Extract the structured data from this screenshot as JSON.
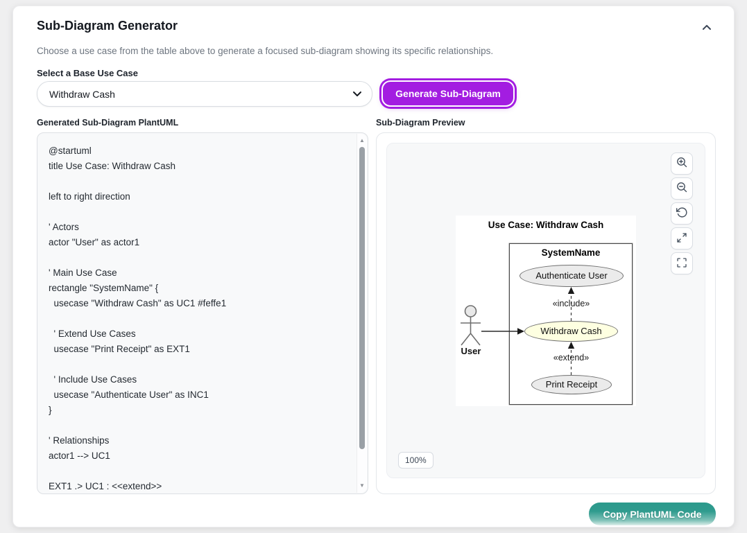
{
  "panel": {
    "title": "Sub-Diagram Generator",
    "description": "Choose a use case from the table above to generate a focused sub-diagram showing its specific relationships.",
    "select_label": "Select a Base Use Case",
    "selected_use_case": "Withdraw Cash",
    "generate_button": "Generate Sub-Diagram",
    "code_label": "Generated Sub-Diagram PlantUML",
    "preview_label": "Sub-Diagram Preview",
    "copy_button": "Copy PlantUML Code"
  },
  "plantuml": {
    "code": "@startuml\ntitle Use Case: Withdraw Cash\n\nleft to right direction\n\n' Actors\nactor \"User\" as actor1\n\n' Main Use Case\nrectangle \"SystemName\" {\n  usecase \"Withdraw Cash\" as UC1 #feffe1\n\n  ' Extend Use Cases\n  usecase \"Print Receipt\" as EXT1\n\n  ' Include Use Cases\n  usecase \"Authenticate User\" as INC1\n}\n\n' Relationships\nactor1 --> UC1\n\nEXT1 .> UC1 : <<extend>>"
  },
  "preview": {
    "zoom_level": "100%",
    "controls": [
      "zoom-in",
      "zoom-out",
      "reset-view",
      "expand",
      "fullscreen"
    ],
    "diagram": {
      "title": "Use Case: Withdraw Cash",
      "system_name": "SystemName",
      "actor": "User",
      "use_cases": [
        {
          "label": "Authenticate User",
          "fill": "#ebebeb"
        },
        {
          "label": "Withdraw Cash",
          "fill": "#feffe1"
        },
        {
          "label": "Print Receipt",
          "fill": "#ebebeb"
        }
      ],
      "include_label": "«include»",
      "extend_label": "«extend»"
    }
  },
  "colors": {
    "accent_purple": "#a31de1",
    "accent_teal": "#2c9a8c",
    "usecase_highlight": "#feffe1"
  }
}
